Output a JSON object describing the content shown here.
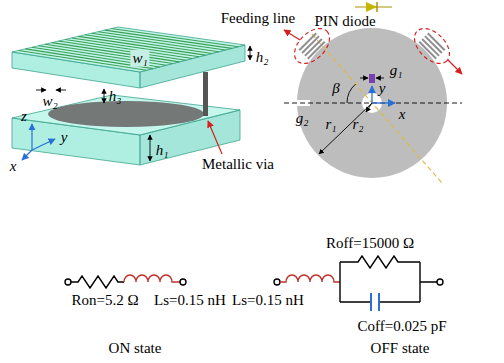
{
  "diagram": {
    "labels": [
      "PIN diode",
      "Feeding line",
      "w₁",
      "w₂",
      "h₃",
      "h₂",
      "h₁",
      "z",
      "y",
      "x",
      "Metallic via",
      "g₁",
      "y",
      "x",
      "β",
      "g₂",
      "r₂",
      "r₁",
      "Roff=15000 Ω",
      "Ron=5.2 Ω",
      "Ls=0.15 nH",
      "Ls=0.15 nH",
      "Coff=0.025 pF",
      "ON state",
      "OFF state"
    ]
  }
}
